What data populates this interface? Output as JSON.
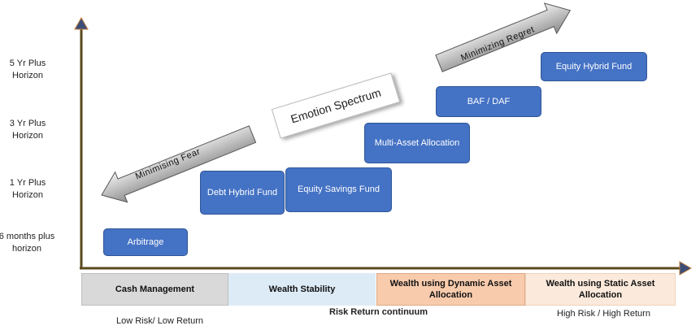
{
  "horizons": [
    "5 Yr Plus Horizon",
    "3 Yr Plus Horizon",
    "1 Yr Plus Horizon",
    "6 months plus horizon"
  ],
  "funds": {
    "arbitrage": "Arbitrage",
    "debt_hybrid": "Debt Hybrid Fund",
    "equity_savings": "Equity Savings Fund",
    "multi_asset": "Multi-Asset Allocation",
    "baf_daf": "BAF / DAF",
    "equity_hybrid": "Equity Hybrid Fund"
  },
  "arrows": {
    "fear": "Minimising  Fear",
    "regret": "Minimizing  Regret"
  },
  "emotion_spectrum": "Emotion Spectrum",
  "bands": [
    {
      "label": "Cash Management",
      "color": "#D9D9D9"
    },
    {
      "label": "Wealth Stability",
      "color": "#DDEBF7"
    },
    {
      "label": "Wealth using Dynamic Asset Allocation",
      "color": "#F8CBAD"
    },
    {
      "label": "Wealth using Static Asset Allocation",
      "color": "#FBE9DB"
    }
  ],
  "footer": {
    "left": "Low Risk/ Low Return",
    "center": "Risk Return continuum",
    "right": "High Risk / High Return"
  },
  "colors": {
    "fund_fill": "#4472C4",
    "axis": "#5B4A1E",
    "axis_arrowhead": "#3B4E78"
  }
}
